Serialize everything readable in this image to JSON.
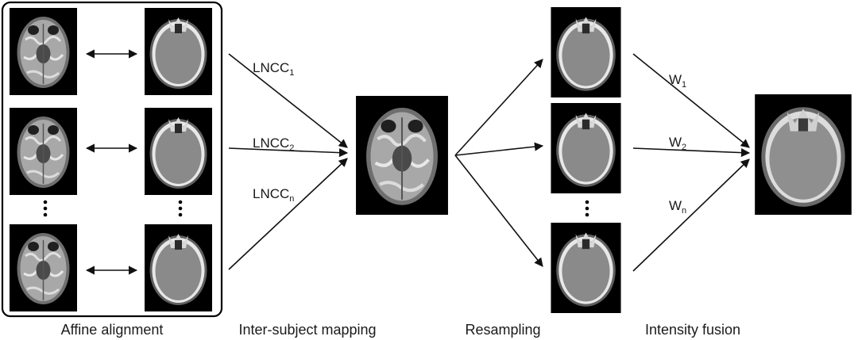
{
  "stages": {
    "affine": "Affine alignment",
    "mapping": "Inter-subject mapping",
    "resampling": "Resampling",
    "fusion": "Intensity fusion"
  },
  "weights_lncc": [
    {
      "base": "LNCC",
      "sub": "1"
    },
    {
      "base": "LNCC",
      "sub": "2"
    },
    {
      "base": "LNCC",
      "sub": "n"
    }
  ],
  "weights_w": [
    {
      "base": "W",
      "sub": "1"
    },
    {
      "base": "W",
      "sub": "2"
    },
    {
      "base": "W",
      "sub": "n"
    }
  ],
  "images": {
    "atlas_mr": [
      "brain-mr-1",
      "brain-mr-2",
      "brain-mr-n"
    ],
    "atlas_ct": [
      "head-ct-1",
      "head-ct-2",
      "head-ct-n"
    ],
    "target_mr": "target-brain-mr",
    "resampled_ct": [
      "resampled-ct-1",
      "resampled-ct-2",
      "resampled-ct-n"
    ],
    "fused_ct": "fused-ct"
  },
  "colors": {
    "image_bg": "#000000",
    "bone": "#e6e6e6",
    "tissue": "#8c8c8c",
    "mr_gray": "#9a9a9a",
    "arrow": "#111111"
  }
}
